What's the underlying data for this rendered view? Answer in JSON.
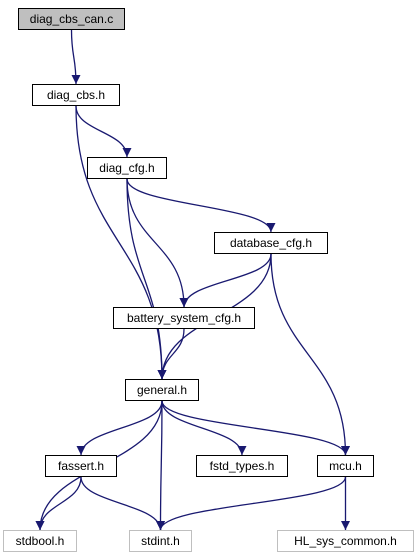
{
  "graph": {
    "nodes": {
      "diag_cbs_can_c": "diag_cbs_can.c",
      "diag_cbs_h": "diag_cbs.h",
      "diag_cfg_h": "diag_cfg.h",
      "database_cfg_h": "database_cfg.h",
      "battery_system_cfg_h": "battery_system_cfg.h",
      "general_h": "general.h",
      "fassert_h": "fassert.h",
      "fstd_types_h": "fstd_types.h",
      "mcu_h": "mcu.h",
      "stdbool_h": "stdbool.h",
      "stdint_h": "stdint.h",
      "HL_sys_common_h": "HL_sys_common.h"
    },
    "edges": [
      [
        "diag_cbs_can_c",
        "diag_cbs_h"
      ],
      [
        "diag_cbs_h",
        "diag_cfg_h"
      ],
      [
        "diag_cbs_h",
        "general_h"
      ],
      [
        "diag_cfg_h",
        "database_cfg_h"
      ],
      [
        "diag_cfg_h",
        "battery_system_cfg_h"
      ],
      [
        "diag_cfg_h",
        "general_h"
      ],
      [
        "database_cfg_h",
        "battery_system_cfg_h"
      ],
      [
        "database_cfg_h",
        "general_h"
      ],
      [
        "database_cfg_h",
        "mcu_h"
      ],
      [
        "battery_system_cfg_h",
        "general_h"
      ],
      [
        "general_h",
        "stdbool_h"
      ],
      [
        "general_h",
        "fassert_h"
      ],
      [
        "general_h",
        "stdint_h"
      ],
      [
        "general_h",
        "fstd_types_h"
      ],
      [
        "general_h",
        "mcu_h"
      ],
      [
        "fassert_h",
        "stdbool_h"
      ],
      [
        "fassert_h",
        "stdint_h"
      ],
      [
        "mcu_h",
        "stdint_h"
      ],
      [
        "mcu_h",
        "HL_sys_common_h"
      ]
    ],
    "colors": {
      "edge": "#191970",
      "node_border": "#000000",
      "root_fill": "#bfbfbf",
      "external_border": "#bfbfbf"
    }
  }
}
